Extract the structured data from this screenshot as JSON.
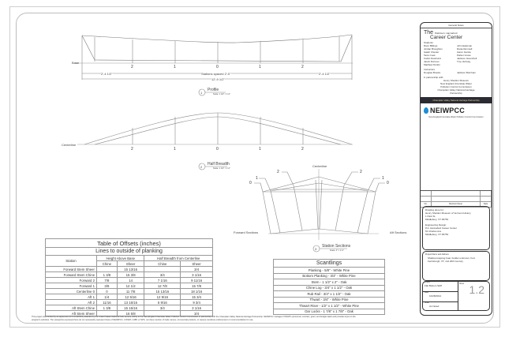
{
  "profile": {
    "base_label": "Base",
    "stations": [
      "2",
      "1",
      "0",
      "1",
      "2"
    ],
    "dim_end_left": "2'-4 1/2\"",
    "dim_stations": "Stations spaced 2'-0\"",
    "dim_end_right": "2'-4 1/2\"",
    "dim_overall": "12'-9 1/2\"",
    "title_number": "1",
    "title": "Profile",
    "scale": "Scale: 1 1/2\" = 1'-0\""
  },
  "half_breadth": {
    "centerline_label": "Centerline",
    "stations": [
      "2",
      "1",
      "0",
      "1",
      "2"
    ],
    "title_number": "2",
    "title": "Half Breadth",
    "scale": "Scale: 1 1/2\" = 1'-0\""
  },
  "sections": {
    "centerline_label": "Centerline",
    "forward_label": "Forward Sections",
    "aft_label": "Aft Sections",
    "left_tags": [
      "0",
      "1",
      "2"
    ],
    "right_tags": [
      "2",
      "1",
      "0"
    ],
    "title_number": "3",
    "title": "Station Sections",
    "scale": "Scale: 3\" = 1'-0\""
  },
  "offsets_table": {
    "title": "Table of Offsets (inches)",
    "subtitle": "Lines to outside of planking",
    "station_header": "Station",
    "group_headers": [
      "Height Above Base",
      "Half Breadth from Centerline"
    ],
    "sub_headers": [
      "Chine",
      "Sheer",
      "Chine",
      "Sheer"
    ],
    "rows": [
      {
        "station": "Forward Stem Sheer",
        "vals": [
          "",
          "15 13/16",
          "",
          "3/4"
        ]
      },
      {
        "station": "Forward Stem Chine",
        "vals": [
          "1 3/8",
          "15 3/8",
          "3/4",
          "3 1/16"
        ]
      },
      {
        "station": "Forward 2",
        "vals": [
          "7/8",
          "14",
          "7 1/16",
          "9 11/16"
        ]
      },
      {
        "station": "Forward 1",
        "vals": [
          "3/8",
          "12 1/2",
          "12 7/8",
          "15 7/8"
        ]
      },
      {
        "station": "Centerline 0",
        "vals": [
          "0",
          "11 7/8",
          "15 13/16",
          "18 1/16"
        ]
      },
      {
        "station": "Aft 1",
        "vals": [
          "1/4",
          "12 5/16",
          "12 9/16",
          "15 3/4"
        ]
      },
      {
        "station": "Aft 2",
        "vals": [
          "11/16",
          "13 15/16",
          "6 9/16",
          "9 3/4"
        ]
      },
      {
        "station": "Aft Stem Chine",
        "vals": [
          "1 3/8",
          "15 15/16",
          "3/4",
          "3 1/16"
        ]
      },
      {
        "station": "Aft Stem Sheer",
        "vals": [
          "",
          "16 5/8",
          "",
          "3/4"
        ]
      }
    ]
  },
  "scantlings": {
    "title": "Scantlings",
    "rows": [
      "Planking - 5/8\" - White Pine",
      "Bottom Planking - 3/4\" - White Pine",
      "Stem - 1 1/2\" x 2\" - Oak",
      "Chine Log - 3/4\" x 1 1/2\" - Oak",
      "Rub Rail - 3/4\" x 1 1/2\" - Oak",
      "Thwart - 3/4\" - White Pine",
      "Thwart Riser - 1/2\" x 1 1/2\" - White Pine",
      "Oar Locks - 1 7/8\" x 1 7/8\" - Oak"
    ]
  },
  "title_block": {
    "header": "General Notes",
    "the": "The",
    "school_small": "Patricia A. Hannaford",
    "career_center": "Career Center",
    "students_label": "Students",
    "students": [
      "River Billings",
      "John Eastman",
      "Jordan Broughton",
      "Daniel Emmell",
      "Isaiah Chester",
      "Aaron Garcia",
      "Tavis Cook",
      "Parker Gross",
      "Calvin Dewhurst",
      "Jackson Hounchell",
      "Jacob Dorman",
      "Troy Verburg",
      "Matthew Durkin",
      ""
    ],
    "instructors_label": "Instructors",
    "instructors": [
      "Douglas Brooks",
      "Jackson Burnham"
    ],
    "partnership_label": "in partnership with:",
    "partners": [
      "Henry Sheldon Museum",
      "New England Interstate Water",
      "Pollution Control Commission",
      "Champlain Valley National Heritage",
      "Partnership"
    ],
    "banner": "Champlain Valley National Heritage Partnership",
    "logo": "NEIWPCC",
    "logo_sub": "New England Interstate Water Pollution Control Commission",
    "rev_headers": [
      "No.",
      "Revision/Issue",
      "Date"
    ],
    "drawn_for": [
      "Drawing done for:",
      "Henry Sheldon Museum of Vermont History",
      "1 Park St.",
      "Middlebury, VT 05753",
      "",
      "Engineering Design:",
      "P.A. Hannaford Career Center",
      "51 Charles Ave",
      "Middlebury, VT 05753"
    ],
    "project_label": "Project Name and Address",
    "project": "Shallow-trapping boat, builder unknown, from Ferrisburgh, VT, mid 20th Century",
    "project_no": "Project",
    "project_val": "Flat Bottom Skiff",
    "date_label": "Date",
    "date_val": "10/28/2014",
    "scale_label": "Scale",
    "scale_val": "As Noted",
    "sheet_label": "Sheet",
    "sheet_no": "1.2"
  },
  "footer": {
    "line1": "This project was funded by an agreement (PC-00J28591) awarded by the United States National Park Service (NPS) to the New England Interstate Water Pollution Control Commission in partnership with the Champlain Valley National Heritage Partnership. NEIWPCC manages CVNHP's personnel, contract, grant, and budget tasks and provides input on the",
    "line2": "program's activities. The viewpoints expressed here do not necessarily represent those of NEIWPCC, CVNHP, LCBP, or NPS, nor does mention of trade names, commercial products, or causes constitute endorsement or recommendation for use."
  }
}
